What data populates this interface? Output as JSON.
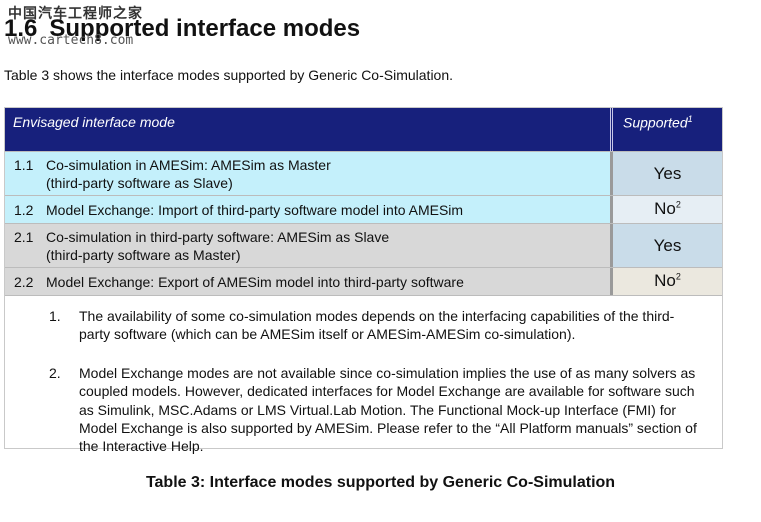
{
  "watermark": {
    "text_cn": "中国汽车工程师之家",
    "url": "www.cartech8.com"
  },
  "section": {
    "number": "1.6",
    "title": "Supported interface modes"
  },
  "intro": "Table 3 shows the interface modes supported by Generic Co-Simulation.",
  "table": {
    "header": {
      "mode": "Envisaged interface mode",
      "supported": "Supported",
      "supported_note": "1"
    },
    "rows": [
      {
        "index": "1.1",
        "line1": "Co-simulation in AMESim: AMESim as Master",
        "line2": "(third-party software as Slave)",
        "supported": "Yes",
        "note": ""
      },
      {
        "index": "1.2",
        "line1": "Model Exchange: Import of third-party software model into AMESim",
        "line2": "",
        "supported": "No",
        "note": "2"
      },
      {
        "index": "2.1",
        "line1": "Co-simulation in third-party software: AMESim as Slave",
        "line2": "(third-party software as Master)",
        "supported": "Yes",
        "note": ""
      },
      {
        "index": "2.2",
        "line1": "Model Exchange: Export of AMESim model into third-party software",
        "line2": "",
        "supported": "No",
        "note": "2"
      }
    ],
    "notes": [
      {
        "num": "1.",
        "text": "The availability of some co-simulation modes depends on the interfacing capabilities of the third-party software (which can be AMESim itself or AMESim-AMESim co-simulation)."
      },
      {
        "num": "2.",
        "text": "Model Exchange modes are not available since co-simulation implies the use of as many solvers as coupled models. However, dedicated interfaces for Model Exchange are available for software such as Simulink, MSC.Adams or LMS Virtual.Lab Motion. The Functional Mock-up Interface (FMI) for Model Exchange is also supported by AMESim. Please refer to the “All Platform manuals” section of the Interactive Help."
      }
    ]
  },
  "caption": "Table 3: Interface modes supported by Generic Co-Simulation",
  "colors": {
    "header_bg": "#17207c",
    "cyan_row": "#c4f0fb",
    "gray_row": "#d8d8d8",
    "yes_cell": "#c9dce9",
    "no_cell_1": "#e6eef4",
    "no_cell_2": "#ebe8df"
  }
}
